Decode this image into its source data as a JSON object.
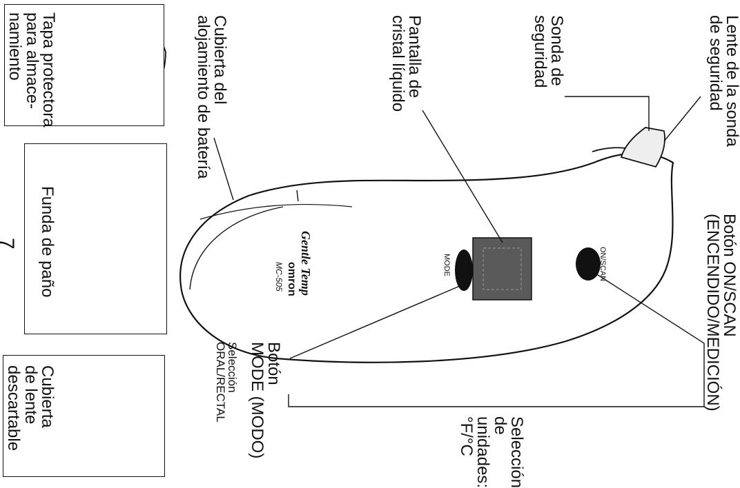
{
  "page_number": "7",
  "labels": {
    "lens": "Lente de la sonda\nde seguridad",
    "probe": "Sonda de\nseguridad",
    "lcd": "Pantalla de\ncristal líquido",
    "battery_cover": "Cubierta del\nalojamiento de batería",
    "on_scan": "Botón ON/SCAN\n(ENCENDIDO/MEDICIÓN)",
    "mode_main": "Botón\nMODE (MODO)",
    "mode_sub": "Selección\nORAL/RECTAL",
    "units": "Selección\nde\nunidades:\n°F/°C",
    "cap": "Tapa protectora\npara almace-\nnamiento",
    "cloth": "Funda de paño",
    "cover": "Cubierta\nde lente\ndescartable"
  },
  "device": {
    "brand": "Gentle Temp",
    "maker": "omron",
    "model": "MC-505",
    "on_scan_marking": "ON/SCAN",
    "mode_marking": "MODE"
  }
}
